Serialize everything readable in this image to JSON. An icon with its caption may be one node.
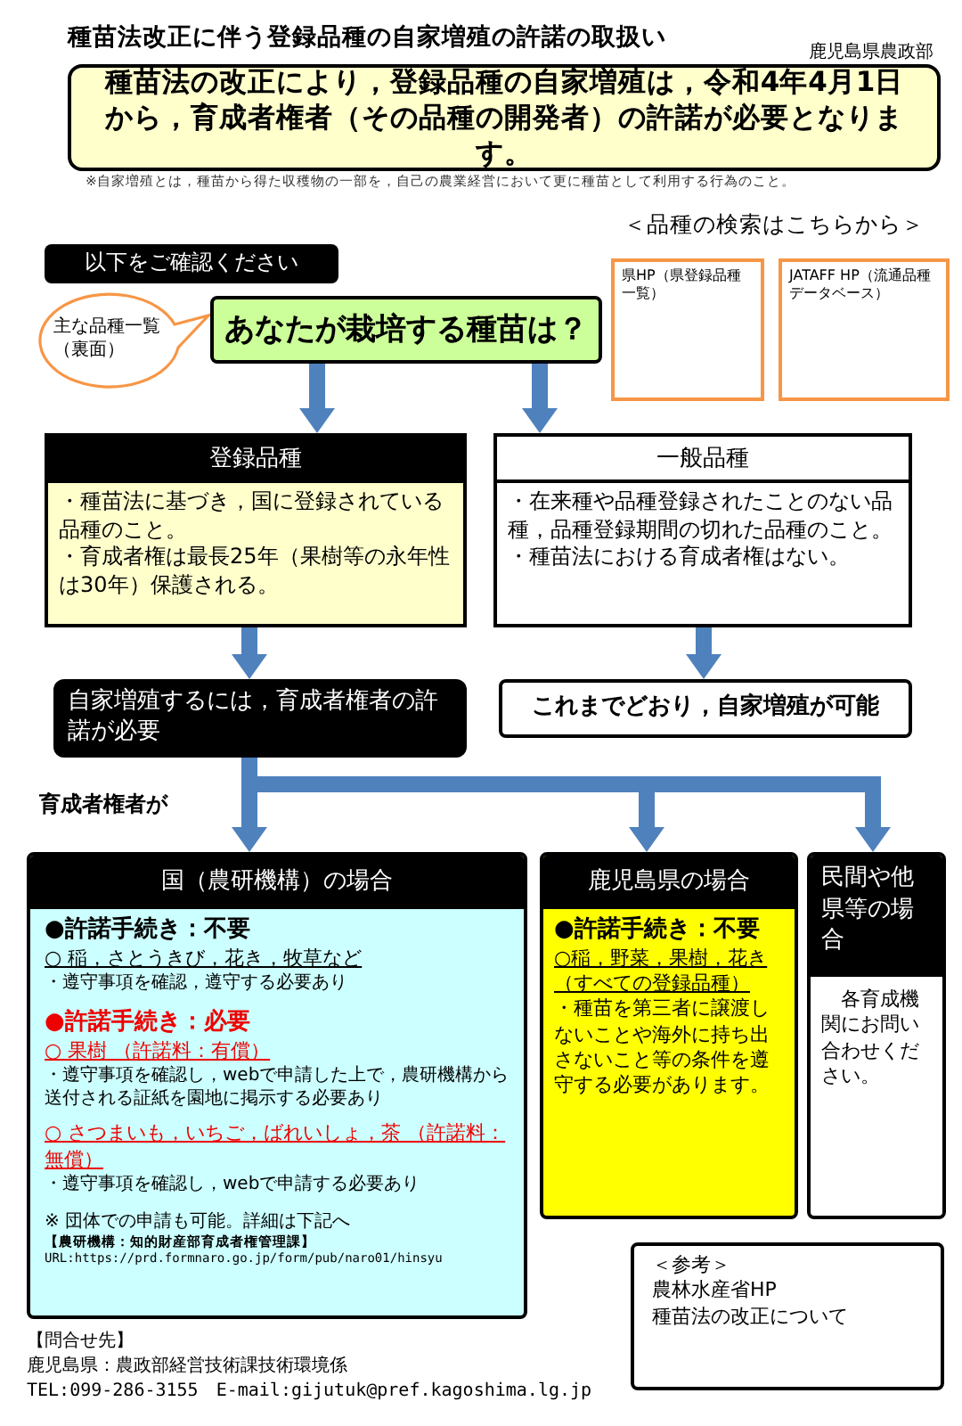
{
  "diagram": {
    "title": "種苗法改正に伴う登録品種の自家増殖の許諾の取扱い",
    "nodes": [
      {
        "text": [
          "種苗法の改正により，登録品種の自家増殖は，令和4年4月1日から，育成者権者（その品種の開発者）の許諾が必要となります。"
        ]
      },
      {
        "text": [
          "以下をご確認ください"
        ]
      },
      {
        "text": [
          "主な品種一覧（裏面）"
        ]
      },
      {
        "text": [
          "あなたが栽培する種苗は？"
        ]
      },
      {
        "text": [
          "県HP（県登録品種一覧）"
        ]
      },
      {
        "text": [
          "JATAFF HP（流通品種データベース）"
        ]
      },
      {
        "text": [
          "登録品種",
          "・種苗法に基づき，国に登録されている品種のこと。",
          "・育成者権は最長25年（果樹等の永年性は30年）保護される。"
        ]
      },
      {
        "text": [
          "一般品種",
          "・在来種や品種登録されたことのない品種，品種登録期間の切れた品種のこと。",
          "・種苗法における育成者権はない。"
        ]
      },
      {
        "text": [
          "自家増殖するには，育成者権者の許諾が必要"
        ]
      },
      {
        "text": [
          "これまでどおり，自家増殖が可能"
        ]
      },
      {
        "text": [
          "国（農研機構）の場合",
          "●許諾手続き：不要",
          "○ 稲，さとうきび，花き，牧草など",
          "・遵守事項を確認，遵守する必要あり",
          "●許諾手続き：必要",
          "○ 果樹 （許諾料：有償）",
          "・遵守事項を確認し，webで申請した上で，農研機構から送付される証紙を園地に掲示する必要あり",
          "○ さつまいも，いちご，ばれいしょ，茶 （許諾料：無償）",
          "・遵守事項を確認し，webで申請する必要あり",
          "※ 団体での申請も可能。詳細は下記へ",
          "【農研機構：知的財産部育成者権管理課】",
          "URL:https://prd.formnaro.go.jp/form/pub/naro01/hinsyu"
        ]
      },
      {
        "text": [
          "鹿児島県の場合",
          "●許諾手続き：不要",
          "○稲，野菜，果樹，花き（すべての登録品種）",
          "・種苗を第三者に譲渡しないことや海外に持ち出さないこと等の条件を遵守する必要があります。"
        ]
      },
      {
        "text": [
          "民間や他県等の場合",
          "各育成機関にお問い合わせください。"
        ]
      },
      {
        "text": [
          "＜参考＞",
          "農林水産省HP",
          "種苗法の改正について"
        ]
      }
    ],
    "edges": [
      {
        "from": 3,
        "to": 6,
        "arrow": "to"
      },
      {
        "from": 3,
        "to": 7,
        "arrow": "to"
      },
      {
        "from": 6,
        "to": 8,
        "arrow": "to"
      },
      {
        "from": 7,
        "to": 9,
        "arrow": "to"
      },
      {
        "from": 8,
        "to": 10,
        "arrow": "to"
      },
      {
        "from": 8,
        "to": 11,
        "arrow": "to"
      },
      {
        "from": 8,
        "to": 12,
        "arrow": "to"
      }
    ],
    "labels": [
      "鹿児島県農政部",
      "※自家増殖とは，種苗から得た収穫物の一部を，自己の農業経営において更に種苗として利用する行為のこと。",
      "＜品種の検索はこちらから＞",
      "育成者権者が",
      "【問合せ先】",
      "鹿児島県：農政部経営技術課技術環境係",
      "TEL:099-286-3155　E-mail:gijutuk@pref.kagoshima.lg.jp"
    ]
  }
}
